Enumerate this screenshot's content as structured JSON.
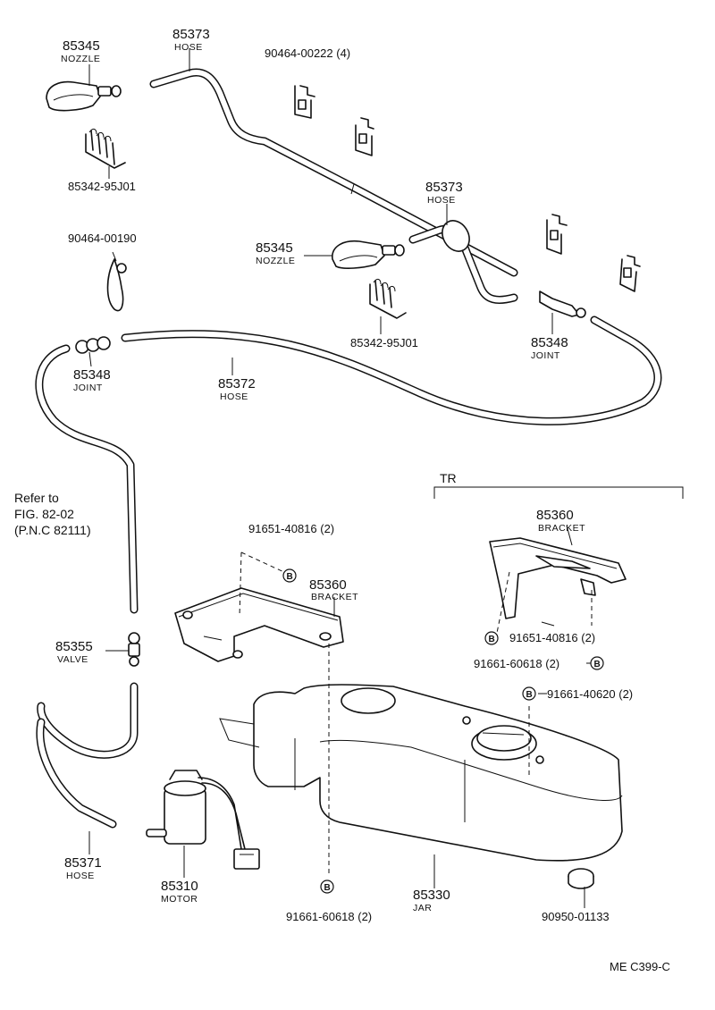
{
  "parts": {
    "nozzle_top": {
      "number": "85345",
      "name": "NOZZLE"
    },
    "hose_top": {
      "number": "85373",
      "name": "HOSE"
    },
    "clip_top": {
      "number": "90464-00222 (4)"
    },
    "clip_left": {
      "number": "85342-95J01"
    },
    "hose_mid": {
      "number": "85373",
      "name": "HOSE"
    },
    "clamp": {
      "number": "90464-00190"
    },
    "nozzle_mid": {
      "number": "85345",
      "name": "NOZZLE"
    },
    "clip_mid": {
      "number": "85342-95J01"
    },
    "joint_right": {
      "number": "85348",
      "name": "JOINT"
    },
    "joint_left": {
      "number": "85348",
      "name": "JOINT"
    },
    "hose_long": {
      "number": "85372",
      "name": "HOSE"
    },
    "valve": {
      "number": "85355",
      "name": "VALVE"
    },
    "hose_bottom": {
      "number": "85371",
      "name": "HOSE"
    },
    "motor": {
      "number": "85310",
      "name": "MOTOR"
    },
    "bracket_main": {
      "number": "85360",
      "name": "BRACKET"
    },
    "bolt_main": {
      "number": "91651-40816 (2)"
    },
    "jar": {
      "number": "85330",
      "name": "JAR"
    },
    "bolt_bottom": {
      "number": "91661-60618 (2)"
    },
    "cap": {
      "number": "90950-01133"
    },
    "tr_bracket": {
      "number": "85360",
      "name": "BRACKET"
    },
    "tr_bolt_1": {
      "number": "91651-40816 (2)"
    },
    "tr_bolt_2": {
      "number": "91661-60618 (2)"
    },
    "tr_bolt_3": {
      "number": "91661-40620 (2)"
    }
  },
  "reference": {
    "line1": "Refer to",
    "line2": "FIG. 82-02",
    "line3": "(P.N.C 82111)"
  },
  "tr_label": "TR",
  "bolt_marker": "B",
  "figure_code": "ME  C399-C"
}
